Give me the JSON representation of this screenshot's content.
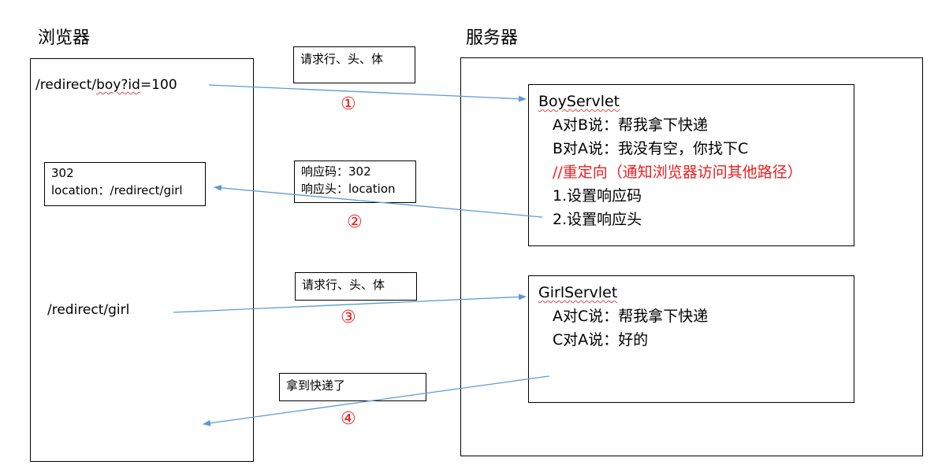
{
  "browser": {
    "title": "浏览器",
    "url1_prefix": "/redirect/",
    "url1_boy": "boy?id",
    "url1_suffix": "=100",
    "redirect_box": {
      "line1": "302",
      "line2": "location：/redirect/girl"
    },
    "url2": "/redirect/girl"
  },
  "server": {
    "title": "服务器",
    "boy": {
      "name": "BoyServlet",
      "lines": [
        "A对B说：帮我拿下快递",
        "B对A说：我没有空，你找下C"
      ],
      "comment": "//重定向（通知浏览器访问其他路径）",
      "steps": [
        "1.设置响应码",
        "2.设置响应头"
      ]
    },
    "girl": {
      "name": "GirlServlet",
      "lines": [
        "A对C说：帮我拿下快递",
        "C对A说：好的"
      ]
    }
  },
  "messages": {
    "req1": "请求行、头、体",
    "resp_code": "响应码：302",
    "resp_header": "响应头：location",
    "req2": "请求行、头、体",
    "done": "拿到快递了"
  },
  "steps": [
    "①",
    "②",
    "③",
    "④"
  ],
  "colors": {
    "arrow": "#5b9bd5",
    "accent_red": "#ee1c1c"
  }
}
